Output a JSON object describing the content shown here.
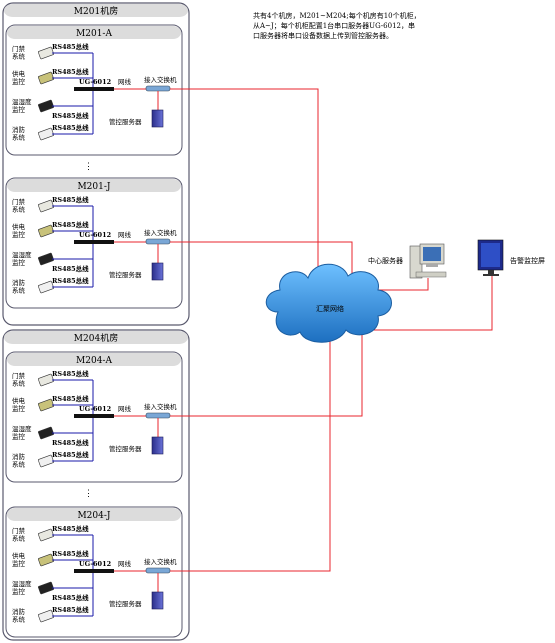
{
  "note": {
    "lines": [
      "共有4个机房，M201~M204;每个机房有10个机柜，",
      "从A~J；每个机柜配置1台串口服务器UG-6012，串",
      "口服务器将串口设备数据上传到管控服务器。"
    ]
  },
  "rooms": [
    {
      "title": "M201机房",
      "racks": [
        {
          "title": "M201-A"
        },
        {
          "title": "M201-J"
        }
      ]
    },
    {
      "title": "M204机房",
      "racks": [
        {
          "title": "M204-A"
        },
        {
          "title": "M204-J"
        }
      ]
    }
  ],
  "rack_labels": {
    "access_control": "门禁\n系统",
    "power_monitor": "供电\n监控",
    "temp_humidity": "温湿度\n监控",
    "fire": "消防\n系统",
    "rs485": "RS485总线",
    "device": "UG-6012",
    "network_cable": "网线",
    "switch": "接入交换机",
    "mgmt_server": "管控服务器"
  },
  "ellipsis": "⋮",
  "cloud_label": "汇聚网络",
  "center_server_label": "中心服务器",
  "alarm_monitor_label": "告警监控屏",
  "colors": {
    "frame": "#5a5a6e",
    "title_bar": "#dcdcdc",
    "bus": "#1a1aa8",
    "network": "#e8242c",
    "cloud": "#2a7fc4"
  },
  "icons": [
    "door-controller-icon",
    "power-meter-icon",
    "sensor-icon",
    "fire-controller-icon",
    "serial-server-icon",
    "switch-icon",
    "server-tower-icon",
    "cloud-icon",
    "desktop-pc-icon",
    "monitor-icon"
  ]
}
